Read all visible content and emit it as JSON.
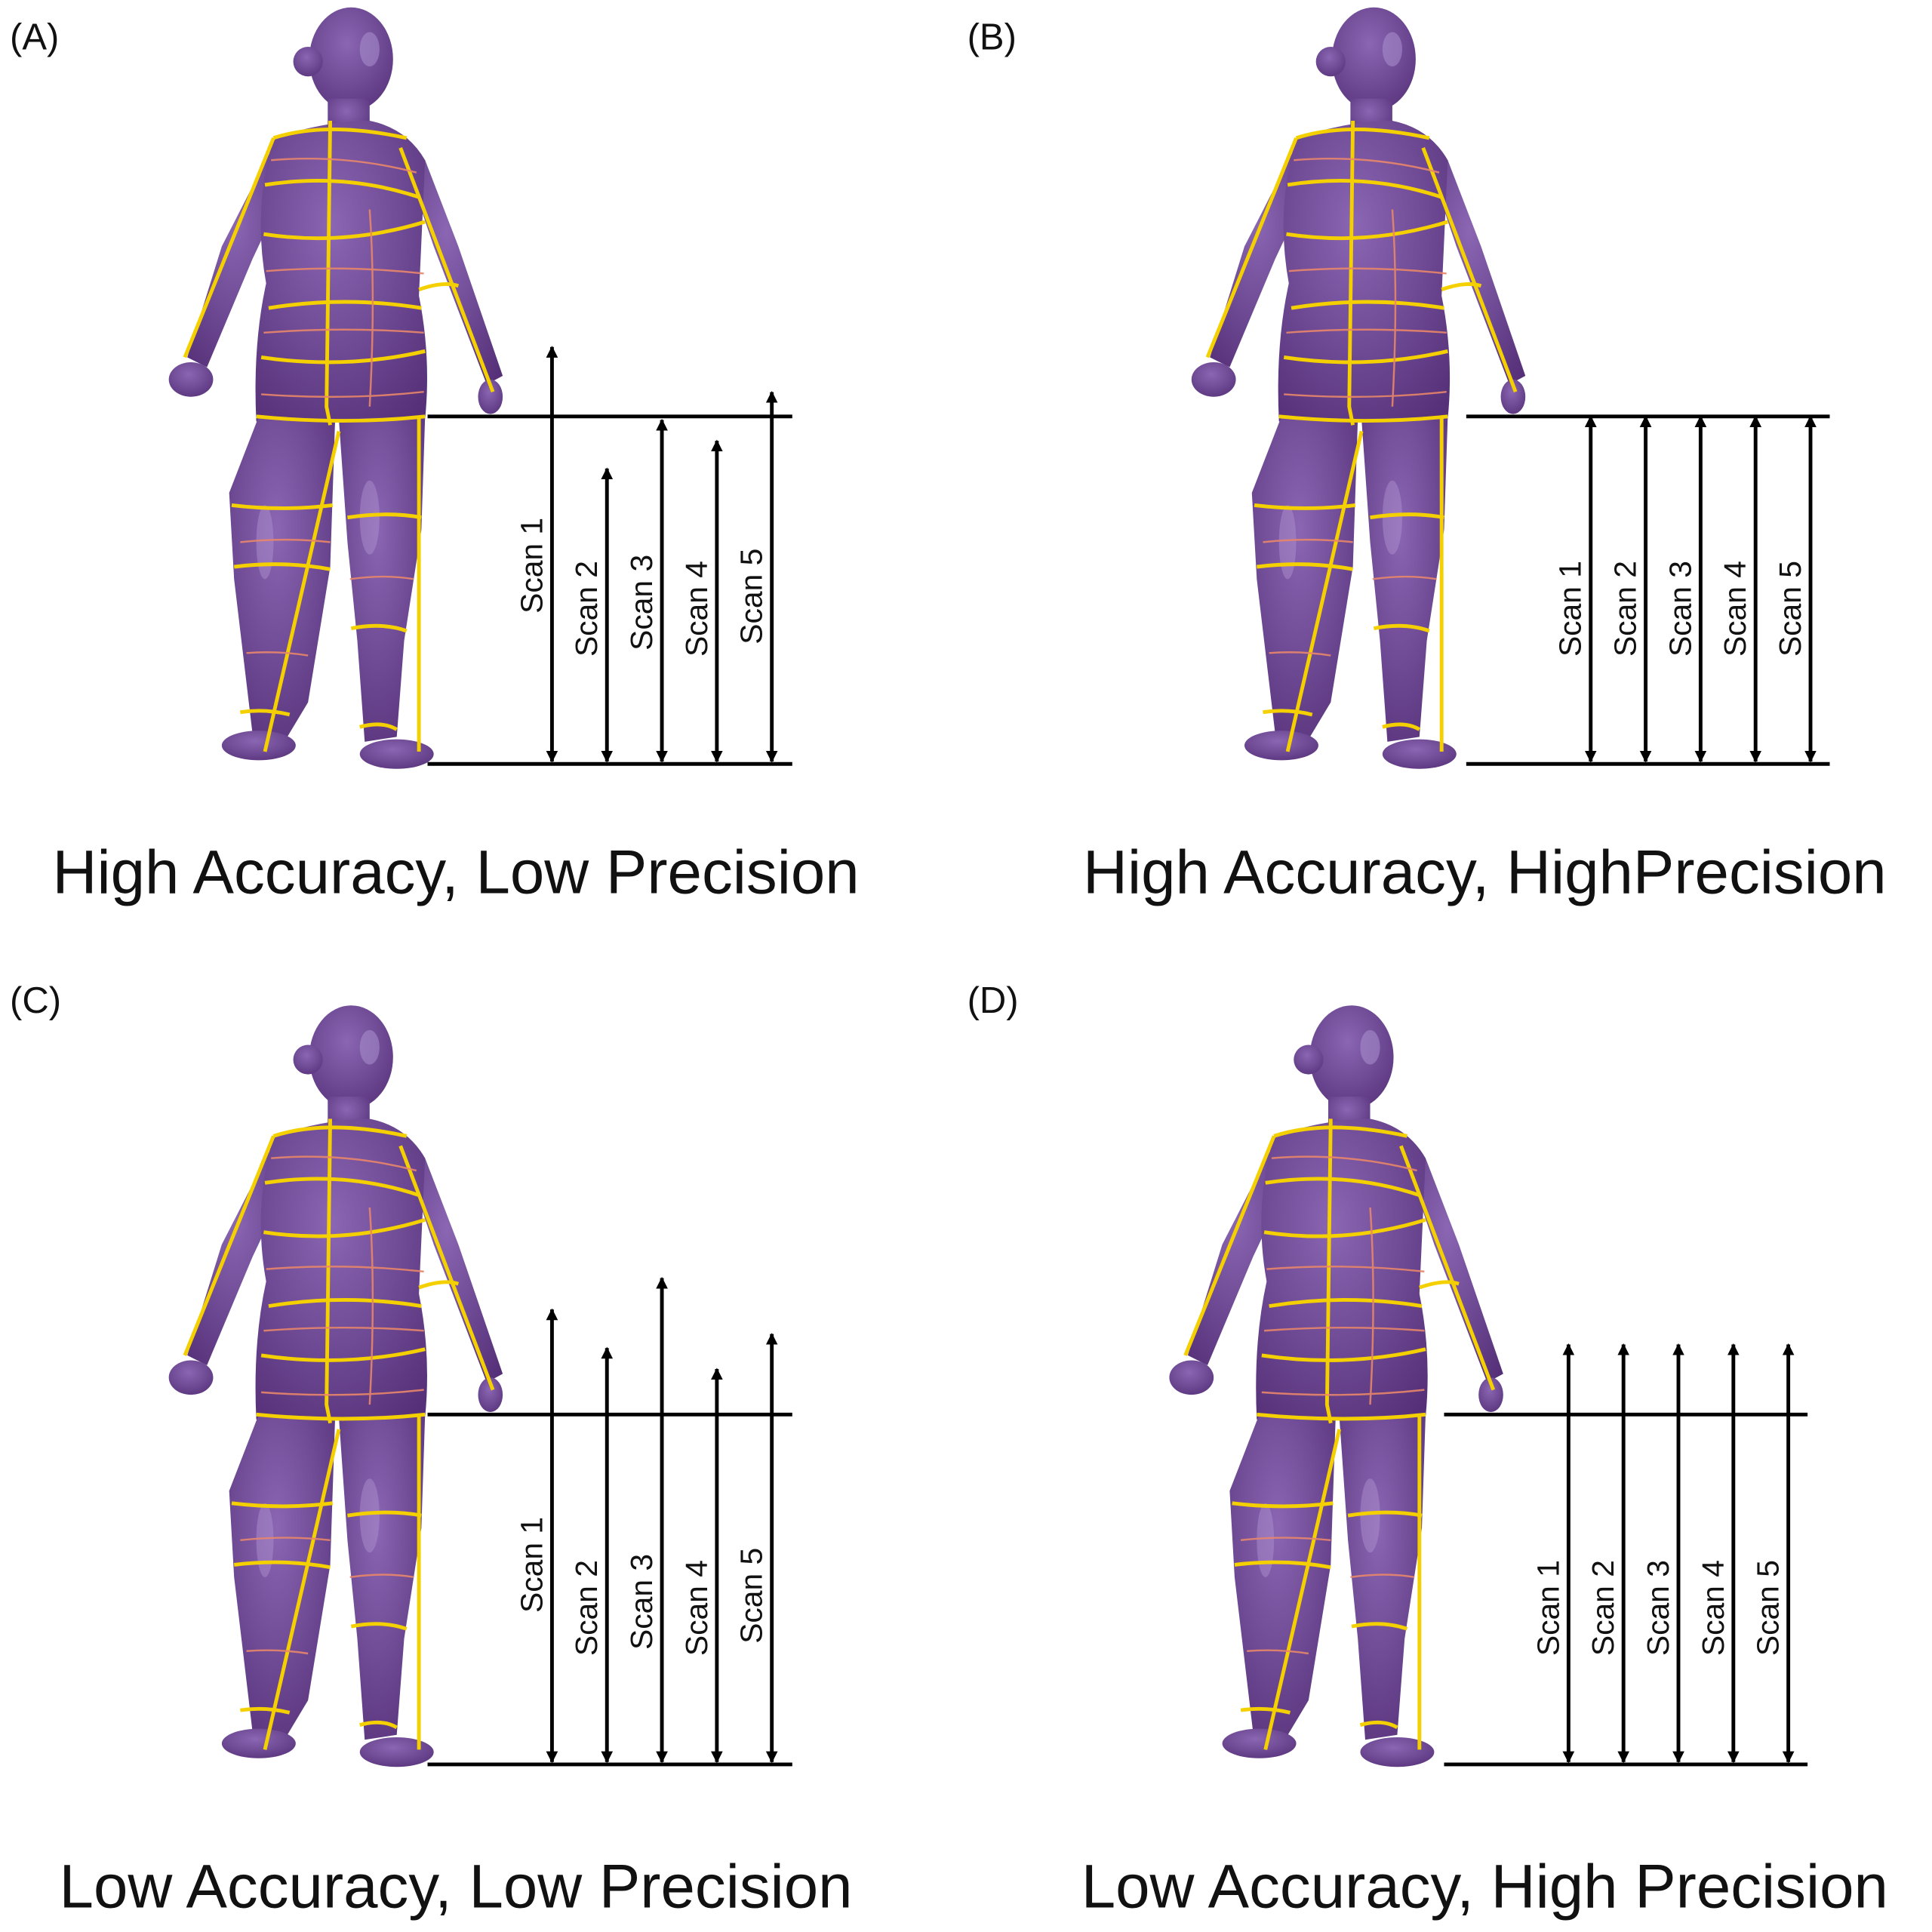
{
  "colors": {
    "body": "#5e3a86",
    "body_highlight": "#9b7bbf",
    "measure_lines": "#f5d000",
    "measure_lines_thin": "#e8866a",
    "arrows": "#000000"
  },
  "scan_labels": [
    "Scan 1",
    "Scan 2",
    "Scan 3",
    "Scan 4",
    "Scan 5"
  ],
  "panels": [
    {
      "label": "(A)",
      "title": "High Accuracy, Low Precision",
      "scan_relative_lengths": [
        1.2,
        0.85,
        0.99,
        0.93,
        1.07
      ]
    },
    {
      "label": "(B)",
      "title": "High Accuracy, HighPrecision",
      "scan_relative_lengths": [
        1.0,
        1.0,
        1.0,
        1.0,
        1.0
      ]
    },
    {
      "label": "(C)",
      "title": "Low Accuracy, Low Precision",
      "scan_relative_lengths": [
        1.3,
        1.19,
        1.39,
        1.13,
        1.23
      ]
    },
    {
      "label": "(D)",
      "title": "Low Accuracy, High Precision",
      "scan_relative_lengths": [
        1.2,
        1.2,
        1.2,
        1.2,
        1.2
      ]
    }
  ]
}
